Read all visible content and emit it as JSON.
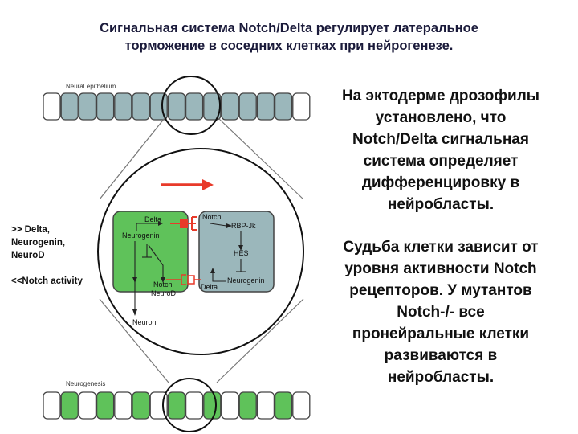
{
  "title_line1": "Сигнальная система Notch/Delta регулирует латеральное",
  "title_line2": "торможение в соседних клетках при нейрогенезе.",
  "labels": {
    "neural_epithelium": "Neural epithelium",
    "neurogenesis": "Neurogenesis"
  },
  "left_notes": {
    "markers_line1": ">> Delta,",
    "markers_line2": "Neurogenin,",
    "markers_line3": "NeuroD",
    "notch": "<<Notch activity"
  },
  "cell_left": {
    "delta": "Delta",
    "neurogenin": "Neurogenin",
    "notch": "Notch",
    "neurod": "NeuroD",
    "neuron": "Neuron"
  },
  "cell_right": {
    "notch": "Notch",
    "rbpjk": "RBP-Jk",
    "hes": "HES",
    "neurogenin": "Neurogenin",
    "delta": "Delta"
  },
  "paragraph1": [
    "На эктодерме дрозофилы",
    "установлено, что",
    "Notch/Delta сигнальная",
    "система определяет",
    "дифференцировку в",
    "нейробласты."
  ],
  "paragraph2": [
    "Судьба клетки зависит от",
    "уровня активности Notch",
    "рецепторов.  У  мутантов",
    "Notch-/- все",
    "пронейральные клетки",
    "развиваются в",
    "нейробласты."
  ],
  "colors": {
    "green_cell": "#5fc25a",
    "grey_cell": "#9bb7bb",
    "red_arrow": "#e83a2a",
    "title": "#1a1a3a"
  }
}
